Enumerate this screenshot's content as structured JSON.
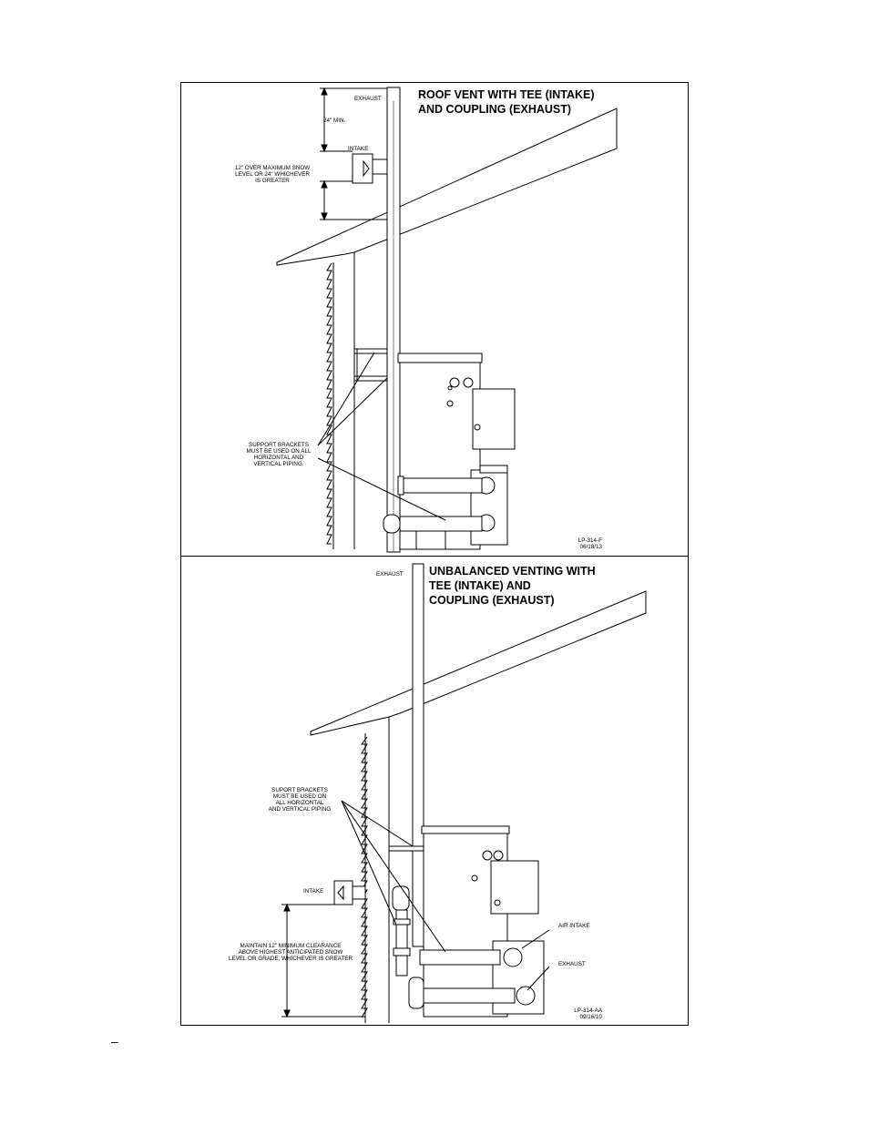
{
  "top_panel": {
    "title": "ROOF VENT WITH TEE (INTAKE)\nAND COUPLING (EXHAUST)",
    "exhaust_label": "EXHAUST",
    "min_label": "24\" MIN.",
    "intake_label": "INTAKE",
    "snow_note": "12\" OVER MAXIMUM SNOW\nLEVEL OR 24\" WHICHEVER\nIS GREATER",
    "bracket_note": "SUPPORT BRACKETS\nMUST BE USED ON ALL\nHORIZONTAL AND\nVERTICAL PIPING.",
    "drawing_id": "LP-314-F\n06/18/13"
  },
  "bottom_panel": {
    "title": "UNBALANCED VENTING WITH\nTEE (INTAKE) AND\nCOUPLING (EXHAUST)",
    "exhaust_label": "EXHAUST",
    "bracket_note": "SUPORT BRACKETS\nMUST BE USED ON\nALL HORIZONTAL\nAND VERTICAL PIPING",
    "intake_label": "INTAKE",
    "clearance_note": "MAINTAIN 12\" MINIMUM CLEARANCE\nABOVE HIGHEST ANTICIPATED SNOW\nLEVEL OR GRADE, WHICHEVER IS GREATER",
    "air_intake_label": "AIR INTAKE",
    "exhaust_side_label": "EXHAUST",
    "drawing_id": "LP-314-AA\n09/16/10"
  },
  "page_mark": "–"
}
